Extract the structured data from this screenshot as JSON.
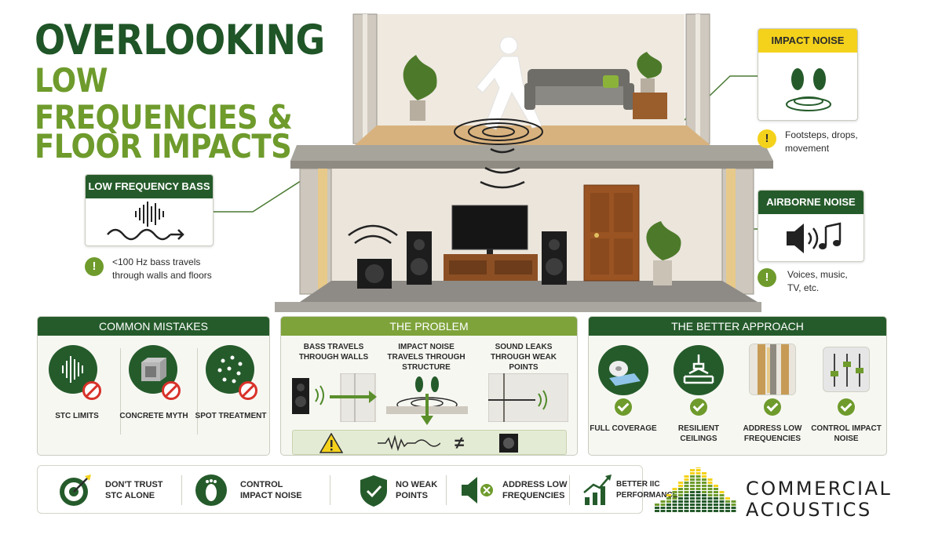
{
  "title": {
    "line1": "OVERLOOKING",
    "line2": "LOW FREQUENCIES &",
    "line3": "FLOOR IMPACTS"
  },
  "callouts": {
    "impact_noise": {
      "title": "IMPACT NOISE",
      "note": "Footsteps, drops, movement",
      "icon": "footprints-icon"
    },
    "low_frequency_bass": {
      "title": "LOW FREQUENCY BASS",
      "note": "<100 Hz bass travels through walls and floors",
      "icon": "waveform-icon"
    },
    "airborne_noise": {
      "title": "AIRBORNE NOISE",
      "note": "Voices, music, TV, etc.",
      "icon": "speaker-music-icon"
    }
  },
  "panels": {
    "common_mistakes": {
      "title": "COMMON MISTAKES",
      "items": [
        {
          "label": "STC LIMITS",
          "icon": "waveform-icon"
        },
        {
          "label": "CONCRETE MYTH",
          "icon": "concrete-block-icon"
        },
        {
          "label": "SPOT TREATMENT",
          "icon": "dots-icon"
        }
      ]
    },
    "the_problem": {
      "title": "THE PROBLEM",
      "items": [
        {
          "label": "BASS TRAVELS THROUGH WALLS",
          "icon": "speaker-wall-icon"
        },
        {
          "label": "IMPACT NOISE TRAVELS THROUGH STRUCTURE",
          "icon": "footprints-icon"
        },
        {
          "label": "SOUND LEAKS THROUGH WEAK POINTS",
          "icon": "wall-gap-icon"
        }
      ],
      "bottom_symbol": "≠"
    },
    "better_approach": {
      "title": "THE BETTER APPROACH",
      "items": [
        {
          "label": "FULL COVERAGE",
          "icon": "roll-icon"
        },
        {
          "label": "RESILIENT CEILINGS",
          "icon": "ceiling-hanger-icon"
        },
        {
          "label": "ADDRESS LOW FREQUENCIES",
          "icon": "wall-studs-icon"
        },
        {
          "label": "CONTROL IMPACT NOISE",
          "icon": "sliders-icon"
        }
      ]
    }
  },
  "bottom_bar": [
    {
      "label": "DON'T TRUST STC ALONE",
      "icon": "target-icon"
    },
    {
      "label": "CONTROL IMPACT NOISE",
      "icon": "footprint-icon"
    },
    {
      "label": "NO WEAK POINTS",
      "icon": "shield-icon"
    },
    {
      "label": "ADDRESS LOW FREQUENCIES",
      "icon": "speaker-x-icon"
    },
    {
      "label": "BETTER IIC PERFORMANCE",
      "icon": "growth-chart-icon"
    }
  ],
  "brand": {
    "line1": "COMMERCIAL",
    "line2": "ACOUSTICS"
  },
  "colors": {
    "dark_green": "#255b2b",
    "light_green": "#6e9b2c",
    "yellow": "#f4d21c",
    "red": "#d8322a"
  }
}
